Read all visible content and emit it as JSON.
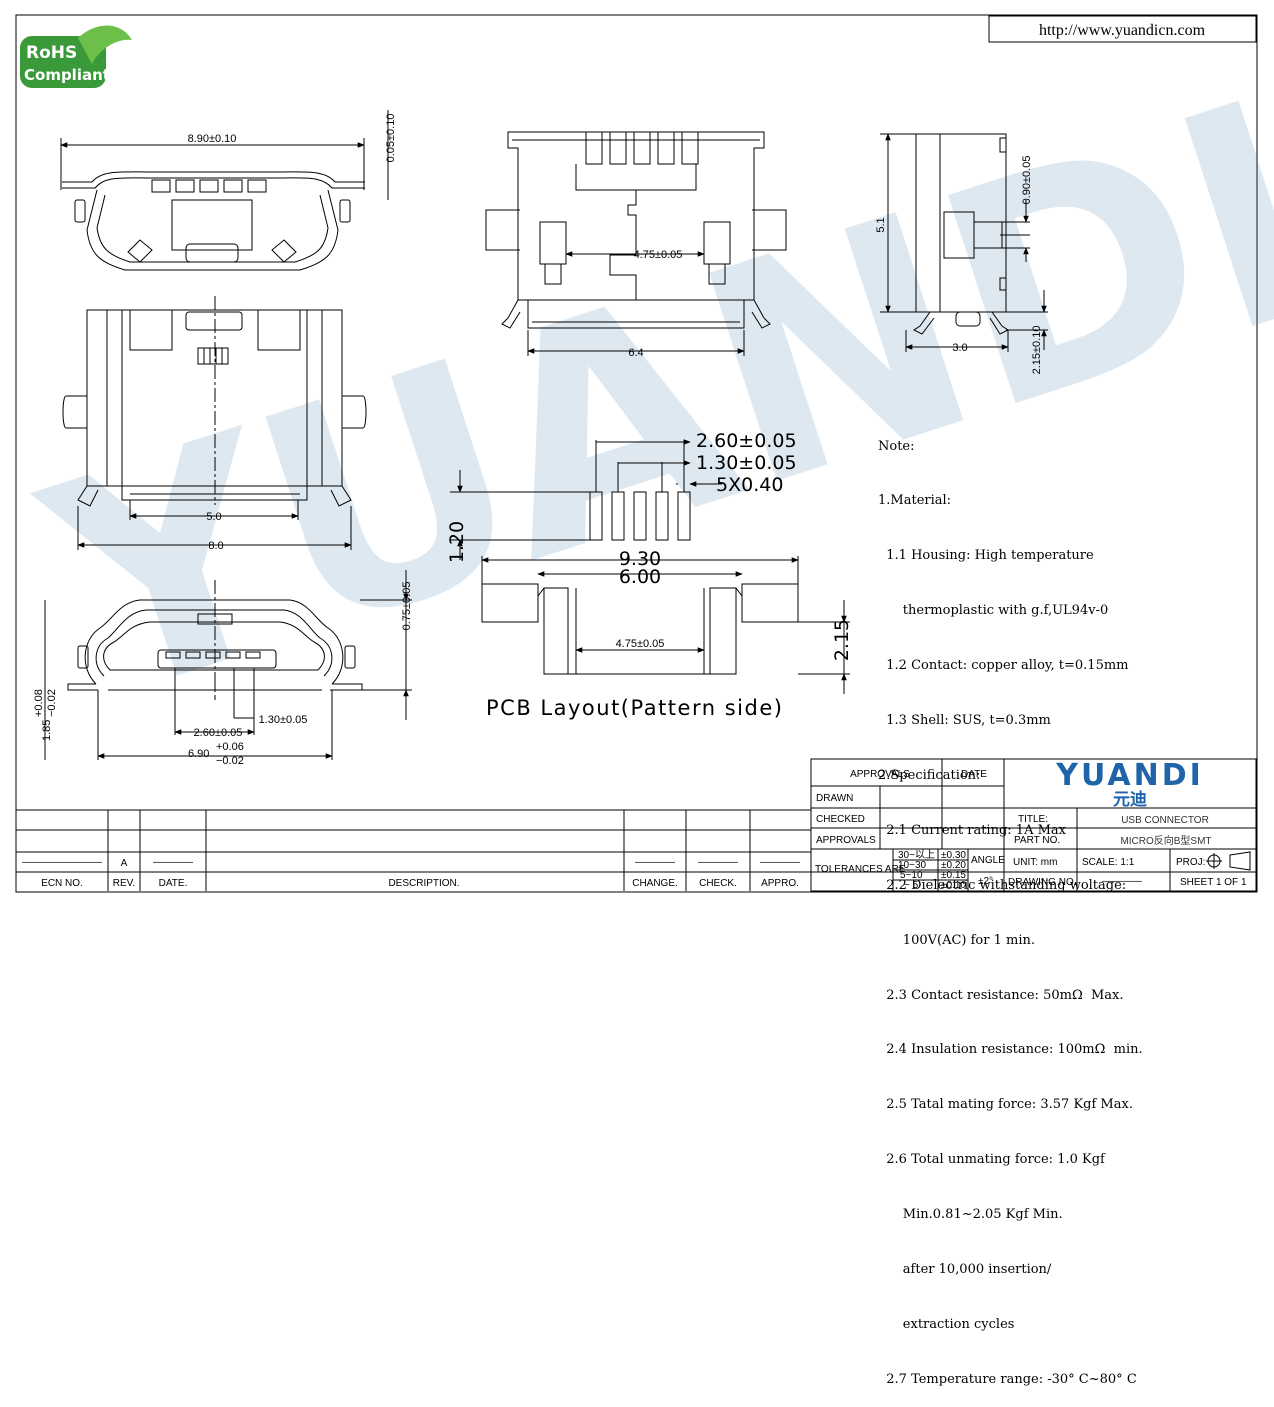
{
  "header": {
    "url": "http://www.yuandicn.com",
    "rohs_line1": "RoHS",
    "rohs_line2": "Compliant",
    "watermark": "YUANDI"
  },
  "dimensions": {
    "front_width": "8.90±0.10",
    "front_shell_thk": "0.05±0.10",
    "top_inner": "5.0",
    "top_outer": "8.0",
    "mate_height": "0.75±0.05",
    "mate_pitch2": "2.60±0.05",
    "mate_pitch1": "1.30±0.05",
    "mate_width_base": "6.90",
    "mate_width_sup": "+0.06",
    "mate_width_sub": "−0.02",
    "mate_side_base": "1.85",
    "mate_side_sup": "+0.08",
    "mate_side_sub": "−0.02",
    "rear_pin_gap": "4.75±0.05",
    "rear_width": "6.4",
    "side_height": "5.1",
    "side_post": "0.90±0.05",
    "side_width": "3.0",
    "side_lead": "2.15±0.10",
    "pcb_pitch2": "2.60±0.05",
    "pcb_pitch1": "1.30±0.05",
    "pcb_pads": "5X0.40",
    "pcb_pad_len": "1.20",
    "pcb_total": "9.30",
    "pcb_inner": "6.00",
    "pcb_gap": "4.75±0.05",
    "pcb_tab": "2.15",
    "pcb_caption": "PCB Layout(Pattern side)"
  },
  "notes": {
    "heading": "Note:",
    "lines": [
      "1.Material:",
      "  1.1 Housing: High temperature",
      "      thermoplastic with g.f,UL94v-0",
      "  1.2 Contact: copper alloy, t=0.15mm",
      "  1.3 Shell: SUS, t=0.3mm",
      "2.Specification:",
      "  2.1 Current rating: 1A Max",
      "  2.2 Dielectric withstanding woltage:",
      "      100V(AC) for 1 min.",
      "  2.3 Contact resistance: 50mΩ  Max.",
      "  2.4 Insulation resistance: 100mΩ  min.",
      "  2.5 Tatal mating force: 3.57 Kgf Max.",
      "  2.6 Total unmating force: 1.0 Kgf",
      "      Min.0.81~2.05 Kgf Min.",
      "      after 10,000 insertion/",
      "      extraction cycles",
      "  2.7 Temperature range: -30° C~80° C"
    ]
  },
  "title_block": {
    "approvals": "APPROVALS",
    "date": "DATE",
    "drawn": "DRAWN",
    "checked": "CHECKED",
    "approvals2": "APPROVALS",
    "tolerances": "TOLERANCES  ARE",
    "tol_rows": [
      {
        "range": "30~以上",
        "tol": "±0.30"
      },
      {
        "range": "10~30",
        "tol": "±0.20"
      },
      {
        "range": "5~10",
        "tol": "±0.15"
      },
      {
        "range": "~ 5",
        "tol": "±0.10"
      }
    ],
    "angle": "ANGLE",
    "angle_tol": "±2°",
    "brand": "YUANDI",
    "brand_cn": "元迪",
    "title_label": "TITLE:",
    "title": "USB CONNECTOR",
    "part_label": "PART  NO.",
    "part_no": "MICRO反向B型SMT",
    "unit": "UNIT:  mm",
    "scale": "SCALE:    1:1",
    "proj": "PROJ:",
    "drawing_no": "DRAWING  NO.",
    "drawing_val": "————",
    "sheet": "SHEET   1  OF  1",
    "rev_rows": [
      {
        "ecn": "————————",
        "rev": "A",
        "date": "————"
      }
    ],
    "rev_change": "————",
    "rev_check": "————",
    "rev_appro": "————",
    "headers": [
      "ECN  NO.",
      "REV.",
      "DATE.",
      "DESCRIPTION.",
      "CHANGE.",
      "CHECK.",
      "APPRO."
    ]
  }
}
